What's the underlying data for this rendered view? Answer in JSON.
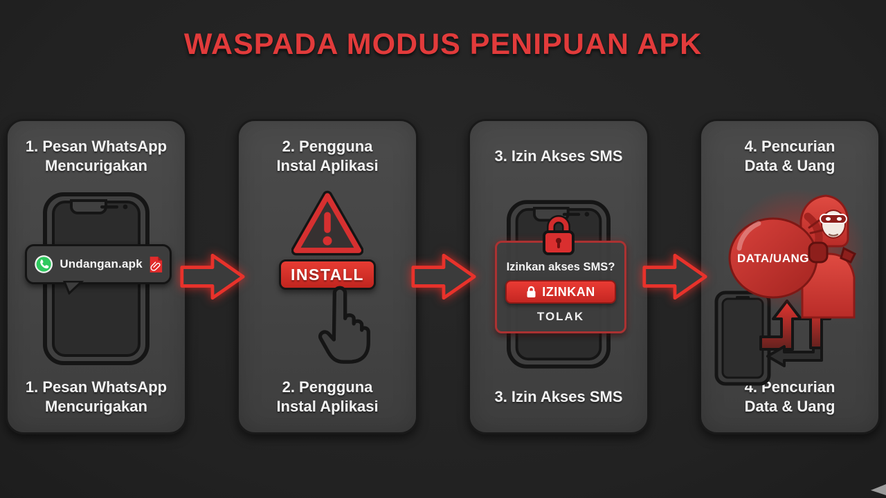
{
  "title": "WASPADA MODUS PENIPUAN APK",
  "steps": [
    {
      "label_line1": "1. Pesan WhatsApp",
      "label_line2": "Mencurigakan",
      "bubble": {
        "filename": "Undangan.apk"
      }
    },
    {
      "label_line1": "2. Pengguna",
      "label_line2": "Instal Aplikasi",
      "install_button_label": "INSTALL"
    },
    {
      "label_line1": "3. Izin Akses SMS",
      "label_line2": "",
      "dialog": {
        "question": "Izinkan akses SMS?",
        "allow_label": "IZINKAN",
        "deny_label": "TOLAK"
      }
    },
    {
      "label_line1": "4. Pencurian",
      "label_line2": "Data & Uang",
      "bag_label": "DATA/UANG"
    }
  ],
  "colors": {
    "background": "#232323",
    "panel": "#454545",
    "accent_red": "#e23b3b",
    "arrow_red": "#ea342c",
    "whatsapp_green": "#2fc95e",
    "file_red": "#e02b2b",
    "button_red": "#de3030",
    "text": "#f3f3f3"
  }
}
